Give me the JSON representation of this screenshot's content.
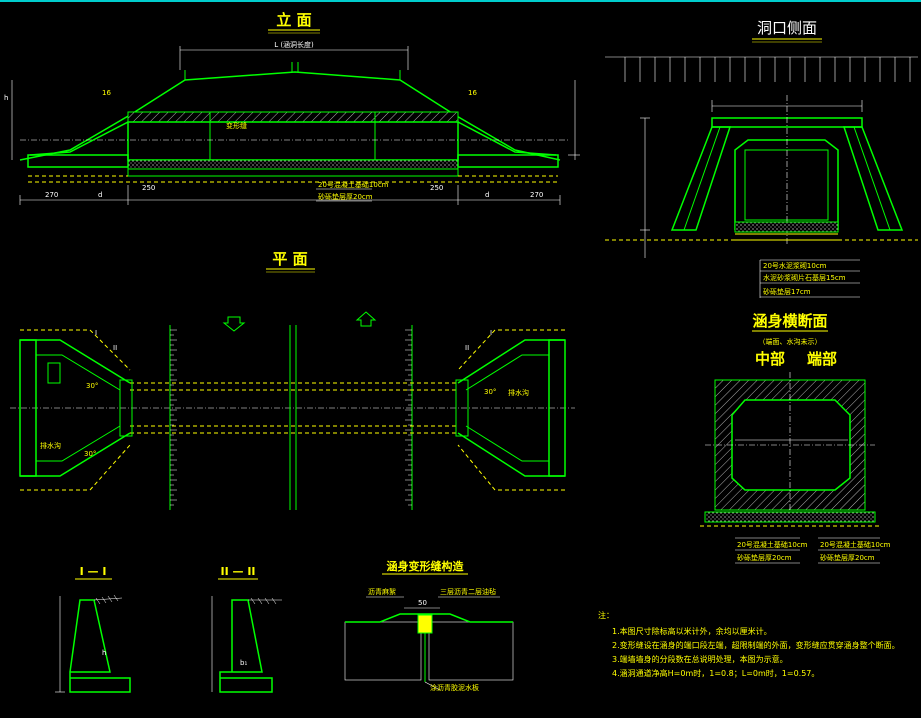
{
  "titles": {
    "elevation": "立  面",
    "plan": "平  面",
    "portal": "洞口侧面",
    "cross_section": "涵身横断面",
    "cross_section_sub": "（端面、水沟未示）",
    "middle": "中部",
    "end": "端部",
    "sec1": "I — I",
    "sec2": "II — II",
    "joint": "涵身变形缝构造"
  },
  "labels": {
    "deformation_joint": "变形缝",
    "concrete_base": "20号混凝土基础10cm",
    "gravel_layer": "砂砾垫层厚20cm",
    "waterproof": "三层沥青二层油毡",
    "asphalt_hemp": "沥青麻絮",
    "asphalt_clay": "涂沥青胶泥水板",
    "portal_base1": "20号水泥浆砌10cm",
    "portal_base2": "水泥砂浆砌片石基层15cm",
    "portal_base3": "砂砾垫层17cm",
    "drain": "排水沟",
    "mid_base": "20号混凝土基础10cm",
    "mid_gravel": "砂砾垫层厚20cm",
    "end_base": "20号混凝土基础10cm",
    "end_gravel": "砂砾垫层厚20cm",
    "dim_L": "L (涵洞长度)",
    "dim_16": "16",
    "dim_30": "30°",
    "dim_270": "270",
    "dim_250": "250",
    "dim_50": "50",
    "dim_b1": "b₁",
    "mark_I": "I",
    "mark_II": "II",
    "mark_d": "d",
    "mark_h": "h"
  },
  "notes": {
    "heading": "注：",
    "items": [
      "1.本图尺寸除标高以米计外，余均以厘米计。",
      "2.变形缝设在涵身的端口段左端，超限制端的外面，变形缝应贯穿涵身整个断面。",
      "3.端墙墙身的分段数在总说明处理，本图为示意。",
      "4.涵洞通道净高H=0m时，1=0.8；L=0m时，1=0.57。"
    ]
  }
}
